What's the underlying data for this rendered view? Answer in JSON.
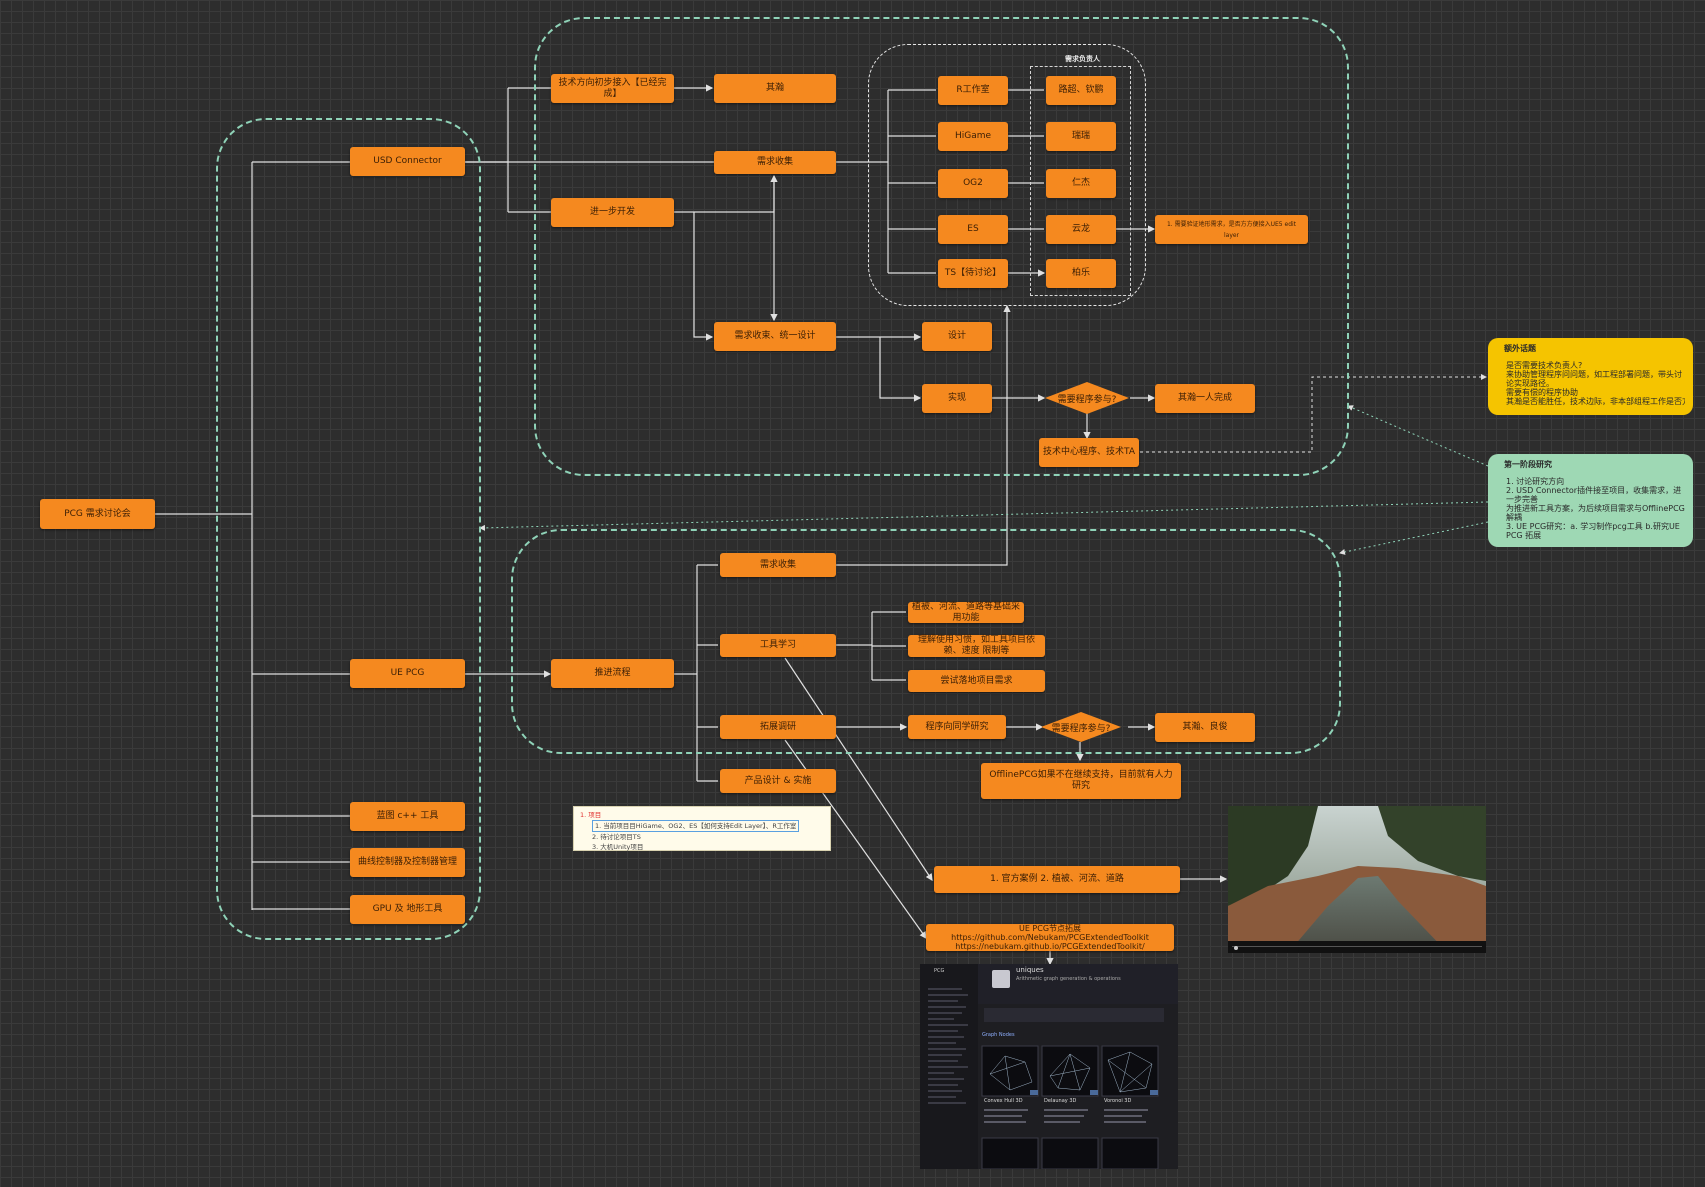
{
  "colors": {
    "node": "#f5891f",
    "region": "#8fd3b8",
    "note_yellow": "#f5c400",
    "note_green": "#9ed8b4",
    "line": "#e0e0e0"
  },
  "root": "PCG 需求讨论会",
  "left": {
    "usd": "USD Connector",
    "uepcg": "UE PCG",
    "blueprint": "蓝图 c++ 工具",
    "curve": "曲线控制器及控制器管理",
    "gpu": "GPU 及 地形工具"
  },
  "usd_branch": {
    "tech_dir": "技术方向初步接入【已经完成】",
    "qihan": "其瀚",
    "further_dev": "进一步开发",
    "req_collect": "需求收集",
    "unify": "需求收束、统一设计",
    "design": "设计",
    "implement": "实现",
    "need_prog": "需要程序参与?",
    "qihan_alone": "其瀚一人完成",
    "tech_center": "技术中心程序、技术TA",
    "owner_label": "需求负责人",
    "studios": [
      "R工作室",
      "HiGame",
      "OG2",
      "ES",
      "TS【待讨论】"
    ],
    "owners": [
      "路超、钦鹏",
      "瑞瑞",
      "仁杰",
      "云龙",
      "柏乐"
    ],
    "es_note": "1. 需要验证地形需求，是否方方便接入UE5 edit layer"
  },
  "uepcg_branch": {
    "advance": "推进流程",
    "req_collect": "需求收集",
    "tool_learn": "工具学习",
    "expand": "拓展调研",
    "product": "产品设计 & 实施",
    "learn_items": [
      "植被、河流、道路等基础采用功能",
      "理解使用习惯，如工具项目依赖、速度 限制等",
      "尝试落地项目需求"
    ],
    "prog_study": "程序向同学研究",
    "need_prog2": "需要程序参与?",
    "qihan_liang": "其瀚、良俊",
    "offline": "OfflinePCG如果不在继续支持，目前就有人力研究",
    "official": "1. 官方案例  2. 植被、河流、道路",
    "ext_toolkit": "UE PCG节点拓展   https://github.com/Nebukam/PCGExtendedToolkit  https://nebukam.github.io/PCGExtendedToolkit/"
  },
  "checklist": {
    "title": "1. 项目",
    "items": [
      "1. 当前项目目HiGame、OG2、ES【如何支持Edit Layer】、R工作室",
      "2. 待讨论项目TS",
      "3. 大机Unity项目"
    ]
  },
  "note_extra": {
    "title": "额外话题",
    "lines": [
      "是否需要技术负责人?",
      "来协助管理程序问问题，如工程部署问题，带头讨论实现路径。",
      "需要有偿的程序协助",
      "其瀚是否能胜任，技术边际，非本部组程工作是否方便"
    ]
  },
  "note_stage1": {
    "title": "第一阶段研究",
    "lines": [
      "1. 讨论研究方向",
      "2. USD Connector插件接至项目，收集需求，进一步完善",
      "    为推进新工具方案，为后续项目需求与OfflinePCG解耦",
      "3. UE PCG研究：a. 学习制作pcg工具 b.研究UE PCG 拓展"
    ]
  },
  "webpage": {
    "logo": "PCG",
    "heading": "uniques",
    "subtitle": "Arithmetic graph generation & operations",
    "section": "Graph Nodes",
    "cards": [
      "Convex Hull 3D",
      "Delaunay 3D",
      "Voronoi 3D"
    ]
  }
}
